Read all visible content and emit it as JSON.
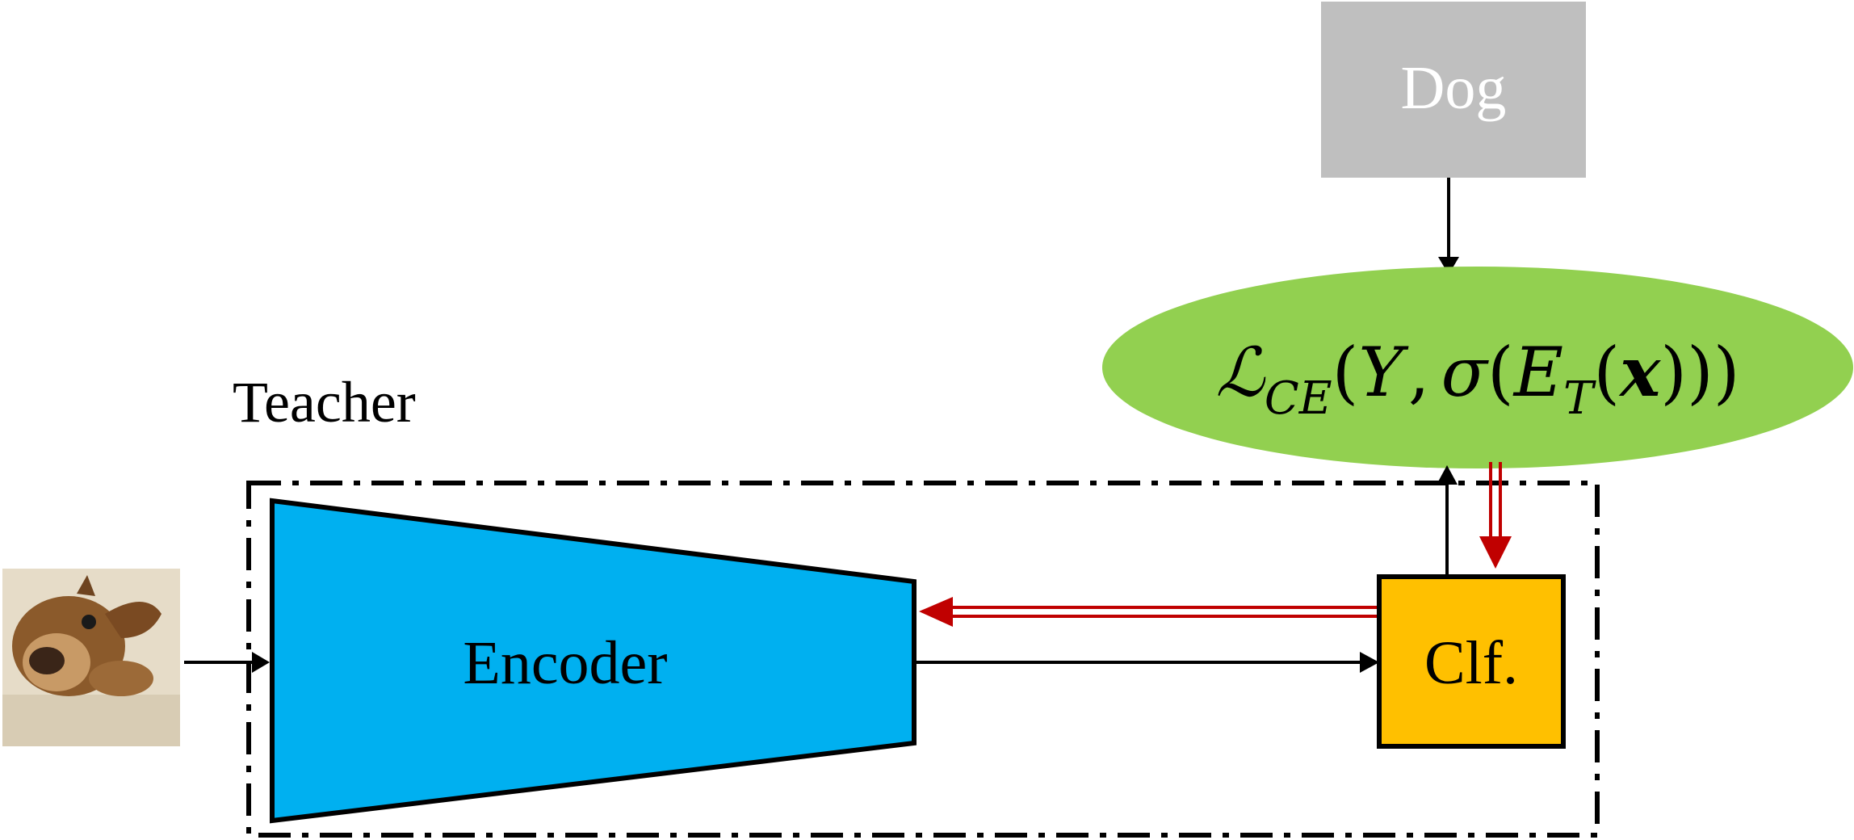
{
  "label_box": {
    "text": "Dog",
    "fill": "#bfbfbf",
    "text_color": "#ffffff"
  },
  "loss": {
    "fill": "#92d050",
    "script_L": "ℒ",
    "subscript_CE": "CE",
    "open1": "(",
    "Y": "Y",
    "comma": ",",
    "sigma": "σ",
    "open2": "(",
    "E": "E",
    "subscript_T": "T",
    "open3": "(",
    "x": "x",
    "close": ")))"
  },
  "teacher_label": "Teacher",
  "encoder": {
    "label": "Encoder",
    "fill": "#00b0f0"
  },
  "classifier": {
    "label": "Clf.",
    "fill": "#ffc000"
  },
  "input_image": {
    "description_icon": "dog-photo-icon"
  },
  "colors": {
    "forward_arrow": "#000000",
    "backward_arrow": "#c00000",
    "dashed_border": "#000000"
  }
}
